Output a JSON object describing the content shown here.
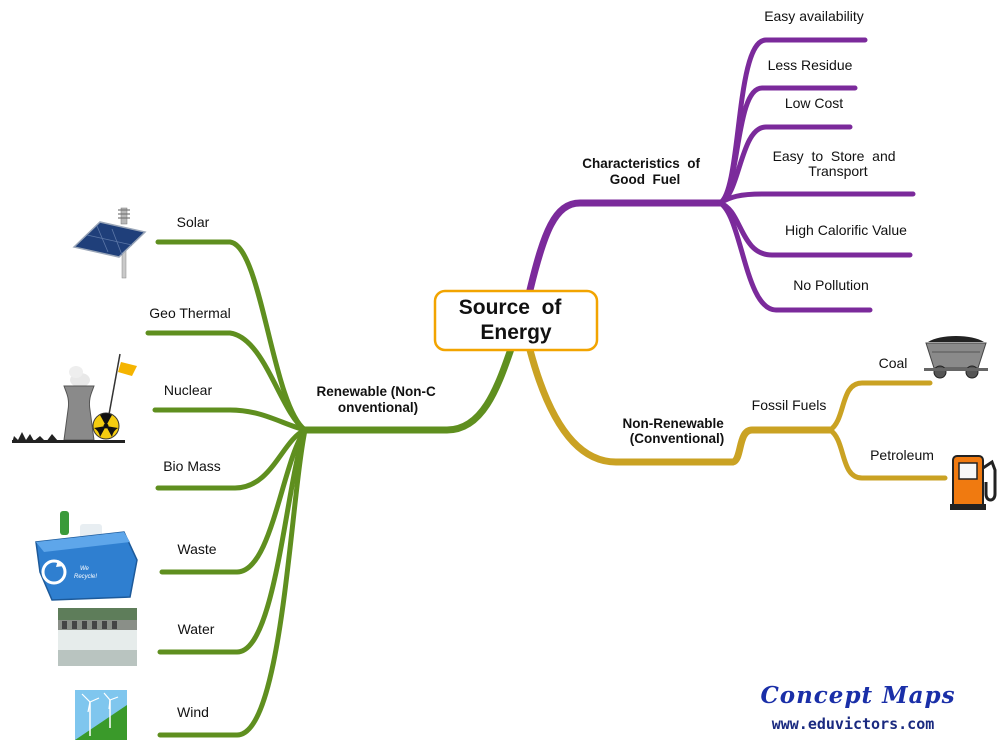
{
  "central": {
    "lines": [
      "Source  of",
      "Energy"
    ]
  },
  "colors": {
    "renewable": "#5f8f1f",
    "characteristics": "#7b2a9b",
    "non_renewable": "#caa223",
    "central_border": "#f2a400",
    "logo": "#1a2fa8"
  },
  "renewable": {
    "label": [
      "Renewable (Non-C",
      "onventional)"
    ],
    "items": [
      {
        "text": "Solar",
        "icon": "solar-panel-icon"
      },
      {
        "text": "Geo Thermal"
      },
      {
        "text": "Nuclear",
        "icon": "nuclear-plant-icon"
      },
      {
        "text": "Bio Mass"
      },
      {
        "text": "Waste",
        "icon": "recycle-bin-icon"
      },
      {
        "text": "Water",
        "icon": "dam-water-icon"
      },
      {
        "text": "Wind",
        "icon": "wind-turbine-icon"
      }
    ]
  },
  "characteristics": {
    "label": [
      "Characteristics  of",
      "Good  Fuel"
    ],
    "items": [
      {
        "lines": [
          "Easy availability"
        ]
      },
      {
        "lines": [
          "Less Residue"
        ]
      },
      {
        "lines": [
          "Low Cost"
        ]
      },
      {
        "lines": [
          "Easy  to  Store  and",
          "Transport"
        ]
      },
      {
        "lines": [
          "High Calorific Value"
        ]
      },
      {
        "lines": [
          "No Pollution"
        ]
      }
    ]
  },
  "non_renewable": {
    "label": [
      "Non-Renewable",
      "(Conventional)"
    ],
    "sub": {
      "label": "Fossil Fuels",
      "items": [
        {
          "text": "Coal",
          "icon": "coal-cart-icon"
        },
        {
          "text": "Petroleum",
          "icon": "fuel-pump-icon"
        }
      ]
    }
  },
  "picture_lettering": {
    "recycle_bin": [
      "We",
      "Recycle!"
    ]
  },
  "logo": {
    "title": "Concept Maps",
    "url": "www.eduvictors.com"
  }
}
